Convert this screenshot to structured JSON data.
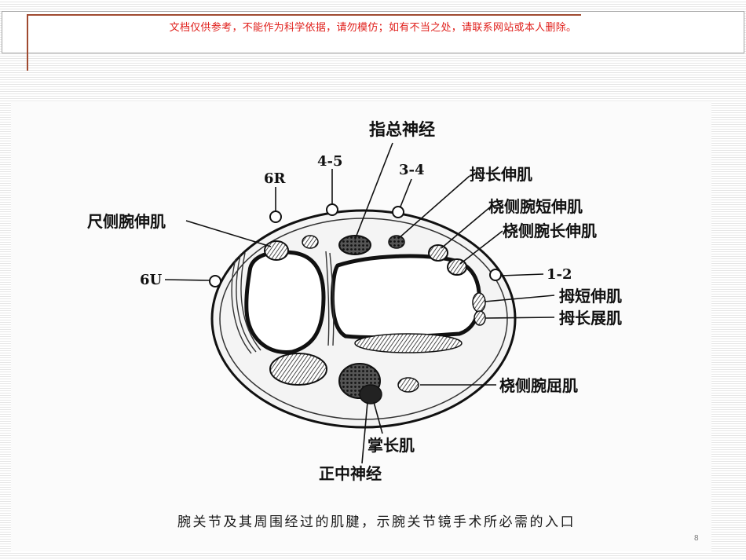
{
  "header": {
    "notice": "文档仅供参考，不能作为科学依据，请勿模仿；如有不当之处，请联系网站或本人删除。"
  },
  "diagram": {
    "labels": {
      "extensor_digitorum_nerve": "指总神经",
      "compartment_4_5": "4-5",
      "compartment_3_4": "3-4",
      "portal_6R": "6R",
      "portal_6U": "6U",
      "portal_1_2": "1-2",
      "extensor_pollicis_longus": "拇长伸肌",
      "extensor_carpi_radialis_brevis": "桡侧腕短伸肌",
      "extensor_carpi_radialis_longus": "桡侧腕长伸肌",
      "extensor_carpi_ulnaris": "尺侧腕伸肌",
      "extensor_pollicis_brevis": "拇短伸肌",
      "abductor_pollicis_longus": "拇长展肌",
      "flexor_carpi_radialis": "桡侧腕屈肌",
      "palmaris_longus": "掌长肌",
      "median_nerve": "正中神经"
    },
    "caption": "腕关节及其周围经过的肌腱，示腕关节镜手术所必需的入口"
  },
  "footer": {
    "page_number": "8"
  },
  "colors": {
    "notice": "#e0201c",
    "header_rule": "#a04a30",
    "ink": "#111111"
  }
}
